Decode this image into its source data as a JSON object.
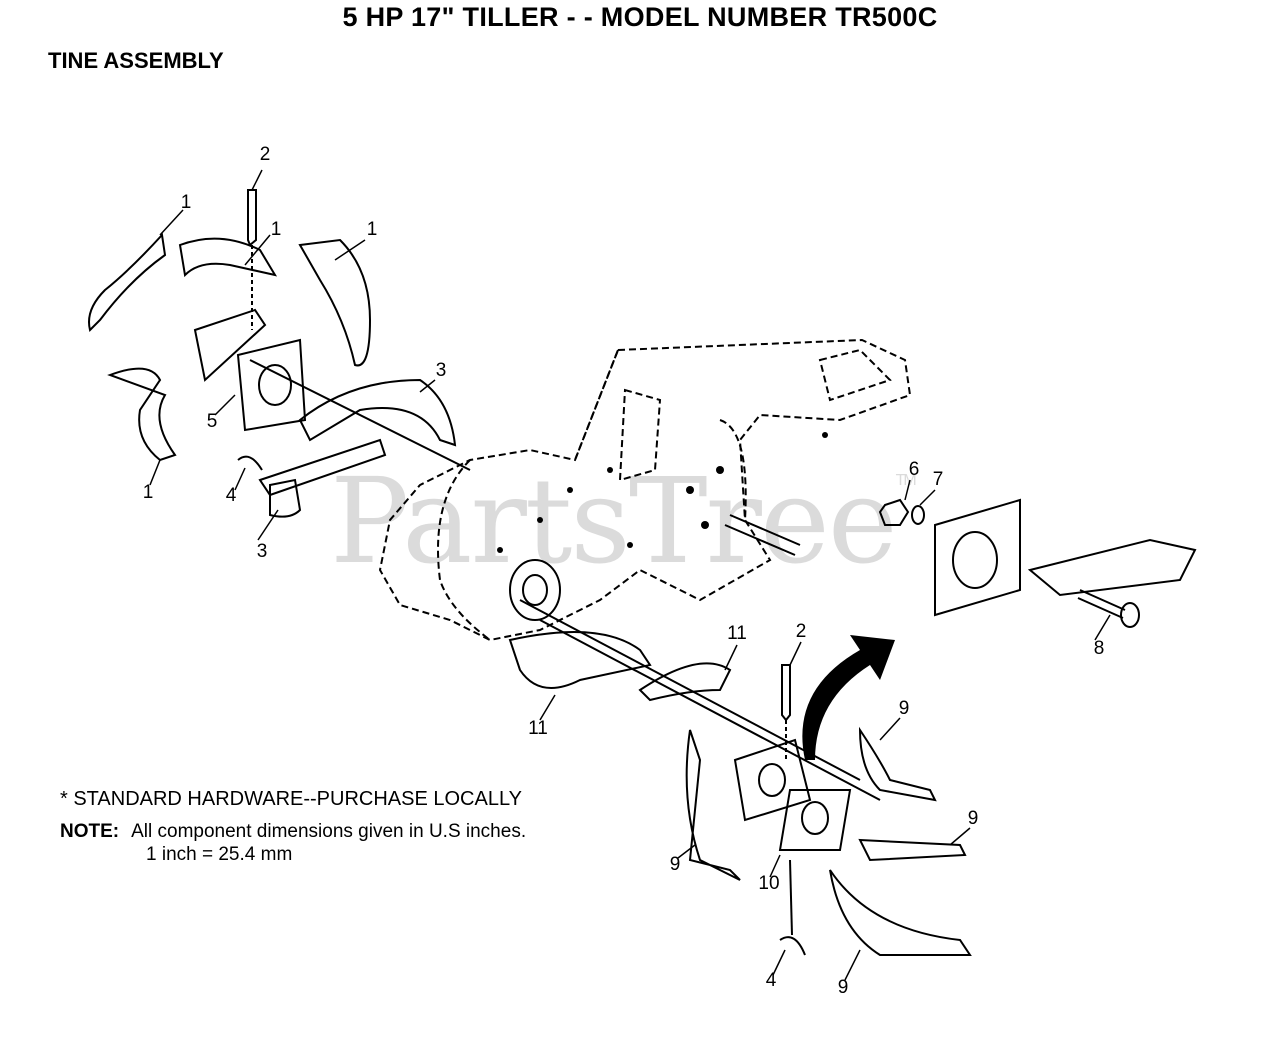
{
  "title": "5 HP 17\" TILLER - - MODEL NUMBER TR500C",
  "subtitle": "TINE ASSEMBLY",
  "watermark": {
    "text": "PartsTree",
    "mark": "TM"
  },
  "callouts": [
    {
      "id": "c1a",
      "label": "1"
    },
    {
      "id": "c1b",
      "label": "1"
    },
    {
      "id": "c1c",
      "label": "1"
    },
    {
      "id": "c1d",
      "label": "1"
    },
    {
      "id": "c2a",
      "label": "2"
    },
    {
      "id": "c2b",
      "label": "2"
    },
    {
      "id": "c3a",
      "label": "3"
    },
    {
      "id": "c3b",
      "label": "3"
    },
    {
      "id": "c4a",
      "label": "4"
    },
    {
      "id": "c4b",
      "label": "4"
    },
    {
      "id": "c5",
      "label": "5"
    },
    {
      "id": "c6",
      "label": "6"
    },
    {
      "id": "c7",
      "label": "7"
    },
    {
      "id": "c8",
      "label": "8"
    },
    {
      "id": "c9a",
      "label": "9"
    },
    {
      "id": "c9b",
      "label": "9"
    },
    {
      "id": "c9c",
      "label": "9"
    },
    {
      "id": "c9d",
      "label": "9"
    },
    {
      "id": "c10",
      "label": "10"
    },
    {
      "id": "c11a",
      "label": "11"
    },
    {
      "id": "c11b",
      "label": "11"
    }
  ],
  "standard_hardware": "* STANDARD HARDWARE--PURCHASE LOCALLY",
  "note": {
    "label": "NOTE:",
    "line1": "All component dimensions given in U.S  inches.",
    "line2": "1 inch = 25.4 mm"
  }
}
